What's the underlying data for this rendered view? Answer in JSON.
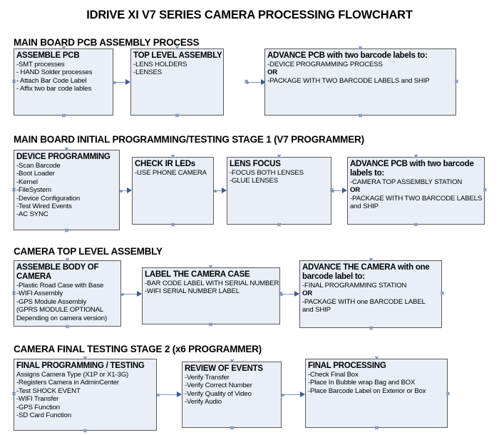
{
  "title": "IDRIVE XI V7 SERIES CAMERA PROCESSING FLOWCHART",
  "colors": {
    "node_fill": "#e9eef7",
    "node_border": "#5a5a5a",
    "connector": "#8096bc",
    "arrowhead": "#3d5a96",
    "text": "#000000",
    "background": "#ffffff"
  },
  "sections": [
    {
      "id": "main-board-pcb-assembly-process",
      "heading": "MAIN BOARD PCB ASSEMBLY PROCESS",
      "nodes": [
        {
          "id": "assemble-pcb",
          "header": "ASSEMBLE PCB",
          "lines": [
            {
              "text": "-SMT processes",
              "bold": false
            },
            {
              "text": "- HAND Solder processes",
              "bold": false
            },
            {
              "text": "- Attach Bar Code Label",
              "bold": false
            },
            {
              "text": "- Affix two bar code lables",
              "bold": false
            }
          ]
        },
        {
          "id": "top-level-assembly",
          "header": "TOP LEVEL ASSEMBLY",
          "lines": [
            {
              "text": "-LENS HOLDERS",
              "bold": false
            },
            {
              "text": "-LENSES",
              "bold": false
            }
          ]
        },
        {
          "id": "advance-pcb-two-barcode-labels",
          "header": "ADVANCE PCB with two barcode labels to:",
          "lines": [
            {
              "text": "-DEVICE PROGRAMMING PROCESS",
              "bold": false
            },
            {
              "text": "OR",
              "bold": true
            },
            {
              "text": "-PACKAGE WITH TWO BARCODE LABELS and SHIP",
              "bold": false
            }
          ]
        }
      ]
    },
    {
      "id": "main-board-initial-programming-testing-stage-1",
      "heading": "MAIN BOARD INITIAL PROGRAMMING/TESTING STAGE 1 (V7 PROGRAMMER)",
      "nodes": [
        {
          "id": "device-programming",
          "header": "DEVICE PROGRAMMING",
          "lines": [
            {
              "text": "-Scan Barcode",
              "bold": false
            },
            {
              "text": "-Boot Loader",
              "bold": false
            },
            {
              "text": "-Kernel",
              "bold": false
            },
            {
              "text": "-FileSystem",
              "bold": false
            },
            {
              "text": "-Device Configuration",
              "bold": false
            },
            {
              "text": "-Test Wired Events",
              "bold": false
            },
            {
              "text": "-AC SYNC",
              "bold": false
            }
          ]
        },
        {
          "id": "check-ir-leds",
          "header": "CHECK IR LEDs",
          "lines": [
            {
              "text": "-USE PHONE CAMERA",
              "bold": false
            }
          ]
        },
        {
          "id": "lens-focus",
          "header": "LENS FOCUS",
          "lines": [
            {
              "text": "-FOCUS BOTH LENSES",
              "bold": false
            },
            {
              "text": "-GLUE LENSES",
              "bold": false
            }
          ]
        },
        {
          "id": "advance-pcb-two-barcode-labels-stage1",
          "header": "ADVANCE PCB with two barcode labels to:",
          "lines": [
            {
              "text": "-CAMERA TOP ASSEMBLY STATION",
              "bold": false
            },
            {
              "text": "OR",
              "bold": true
            },
            {
              "text": "-PACKAGE WITH TWO BARCODE LABELS",
              "bold": false
            },
            {
              "text": "and SHIP",
              "bold": false
            }
          ]
        }
      ]
    },
    {
      "id": "camera-top-level-assembly",
      "heading": "CAMERA TOP LEVEL ASSEMBLY",
      "nodes": [
        {
          "id": "assemble-body-of-camera",
          "header": "ASSEMBLE BODY OF CAMERA",
          "lines": [
            {
              "text": "-Plastic Road Case with Base",
              "bold": false
            },
            {
              "text": "-WIFI Assembly",
              "bold": false
            },
            {
              "text": "-GPS Module Assembly",
              "bold": false
            },
            {
              "text": "(GPRS MODULE OPTIONAL",
              "bold": false
            },
            {
              "text": "Depending on camera version)",
              "bold": false
            }
          ]
        },
        {
          "id": "label-the-camera-case",
          "header": "LABEL THE CAMERA CASE",
          "lines": [
            {
              "text": "-BAR CODE LABEL WITH SERIAL NUMBER",
              "bold": false
            },
            {
              "text": "-WIFI SERIAL NUMBER LABEL",
              "bold": false
            }
          ]
        },
        {
          "id": "advance-the-camera-one-barcode-label",
          "header": "ADVANCE THE CAMERA with one barcode label to:",
          "lines": [
            {
              "text": "-FINAL PROGRAMMING STATION",
              "bold": false
            },
            {
              "text": "OR",
              "bold": true
            },
            {
              "text": "-PACKAGE WITH one BARCODE LABEL",
              "bold": false
            },
            {
              "text": "and SHIP",
              "bold": false
            }
          ]
        }
      ]
    },
    {
      "id": "camera-final-testing-stage-2",
      "heading": "CAMERA FINAL TESTING STAGE 2 (x6 PROGRAMMER)",
      "nodes": [
        {
          "id": "final-programming-testing",
          "header": "FINAL PROGRAMMING / TESTING",
          "lines": [
            {
              "text": "Assigns Camera Type (X1P or X1-3G)",
              "bold": false
            },
            {
              "text": "-Registers Camera in AdminCenter",
              "bold": false
            },
            {
              "text": "-Test SHOCK EVENT",
              "bold": false
            },
            {
              "text": "-WIFI Transfer",
              "bold": false
            },
            {
              "text": "-GPS Function",
              "bold": false
            },
            {
              "text": "-SD Card Function",
              "bold": false
            }
          ]
        },
        {
          "id": "review-of-events",
          "header": "REVIEW OF EVENTS",
          "lines": [
            {
              "text": "-Verify Transfer",
              "bold": false
            },
            {
              "text": "-Verify Correct Number",
              "bold": false
            },
            {
              "text": "-Verify Quality of Video",
              "bold": false
            },
            {
              "text": "-Verify Audio",
              "bold": false
            }
          ]
        },
        {
          "id": "final-processing",
          "header": "FINAL PROCESSING",
          "lines": [
            {
              "text": " -Check Final Box",
              "bold": false
            },
            {
              "text": "-Place In Bubble wrap Bag and BOX",
              "bold": false
            },
            {
              "text": "-Place Barcode Label on Exterior or Box",
              "bold": false
            }
          ]
        }
      ]
    }
  ]
}
